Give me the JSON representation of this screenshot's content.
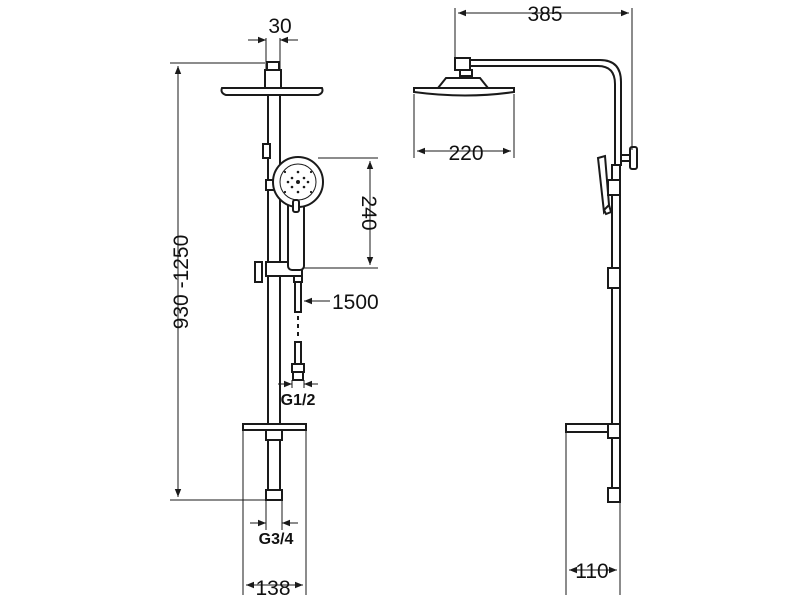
{
  "dimensions": {
    "pipe_width": "30",
    "arm_length": "385",
    "head_diameter": "220",
    "hand_shower_length": "240",
    "height_range": "930 -1250",
    "hose_length": "1500",
    "hose_thread": "G1/2",
    "inlet_thread": "G3/4",
    "shelf_width": "138",
    "wall_distance": "110"
  },
  "colors": {
    "line": "#1a1a1a",
    "background": "#ffffff"
  }
}
